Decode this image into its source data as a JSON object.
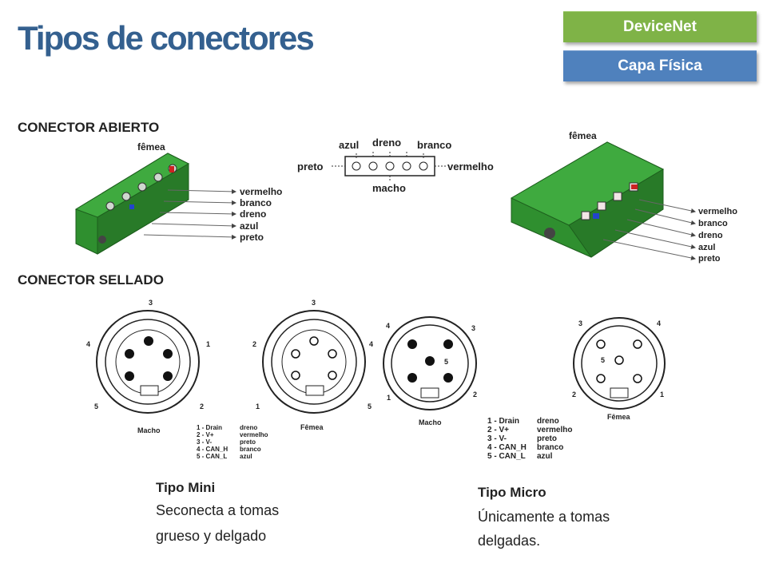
{
  "header": {
    "title": "Tipos de conectores",
    "badge_primary": "DeviceNet",
    "badge_secondary": "Capa Física"
  },
  "open_connector": {
    "label": "CONECTOR ABIERTO",
    "female_label": "fêmea",
    "wires": [
      "vermelho",
      "branco",
      "dreno",
      "azul",
      "preto"
    ],
    "male": {
      "top_labels": [
        "azul",
        "dreno",
        "branco"
      ],
      "left_label": "preto",
      "right_label": "vermelho",
      "bottom_label": "macho"
    },
    "colors": {
      "body": "#2f8f2f",
      "dark": "#1d5e1d",
      "terminal_red": "#cc2222",
      "terminal_blue": "#2244cc"
    }
  },
  "sealed_connector": {
    "label": "CONECTOR SELLADO",
    "mini_male_label": "Macho",
    "mini_female_label": "Fêmea",
    "micro_male_label": "Macho",
    "micro_female_label": "Fêmea",
    "pin_numbers": [
      "1",
      "2",
      "3",
      "4",
      "5"
    ],
    "pin_table": {
      "pins": [
        "1 - Drain",
        "2 - V+",
        "3 - V-",
        "4 - CAN_H",
        "5 - CAN_L"
      ],
      "colors": [
        "dreno",
        "vermelho",
        "preto",
        "branco",
        "azul"
      ]
    }
  },
  "captions": {
    "mini_title": "Tipo Mini",
    "mini_line1": "Seconecta a tomas",
    "mini_line2": "grueso y delgado",
    "micro_title": "Tipo Micro",
    "micro_line1": "Únicamente a tomas",
    "micro_line2": "delgadas."
  }
}
